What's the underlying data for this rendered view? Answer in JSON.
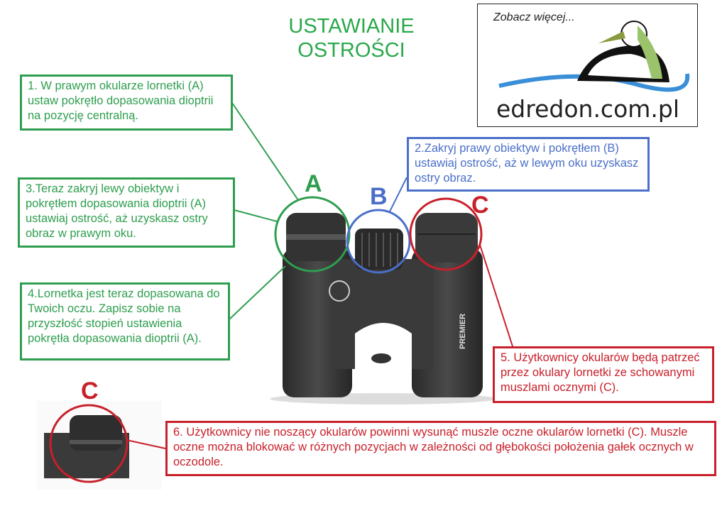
{
  "title": [
    "USTAWIANIE",
    "OSTROŚCI"
  ],
  "logo": {
    "tagline": "Zobacz więcej...",
    "site": "edredon.com.pl"
  },
  "steps": {
    "step1": "1. W prawym okularze lornetki (A) ustaw pokrętło dopasowania dioptrii na pozycję centralną.",
    "step2": "2.Zakryj prawy obiektyw i pokrętłem (B) ustawiaj ostrość, aż w lewym oku uzyskasz ostry obraz.",
    "step3": "3.Teraz zakryj lewy obiektyw i pokrętłem dopasowania dioptrii (A) ustawiaj ostrość, aż uzyskasz ostry obraz w prawym oku.",
    "step4": "4.Lornetka jest teraz dopasowana do Twoich oczu. Zapisz sobie na przyszłość stopień ustawienia pokrętła dopasowania dioptrii (A).",
    "step5": "5. Użytkownicy okularów będą patrzeć przez okulary lornetki ze schowanymi muszlami ocznymi (C).",
    "step6": "6. Użytkownicy nie noszący okularów powinni wysunąć muszle oczne okularów lornetki (C). Muszle oczne można blokować w różnych pozycjach w zależności od głębokości położenia gałek ocznych w oczodole."
  },
  "labels": {
    "a": "A",
    "b": "B",
    "c": "C",
    "c2": "C"
  },
  "binocular_brand": "PREMIER",
  "colors": {
    "green": "#2f9e4f",
    "blue": "#4a6fc8",
    "red": "#c8202a"
  }
}
